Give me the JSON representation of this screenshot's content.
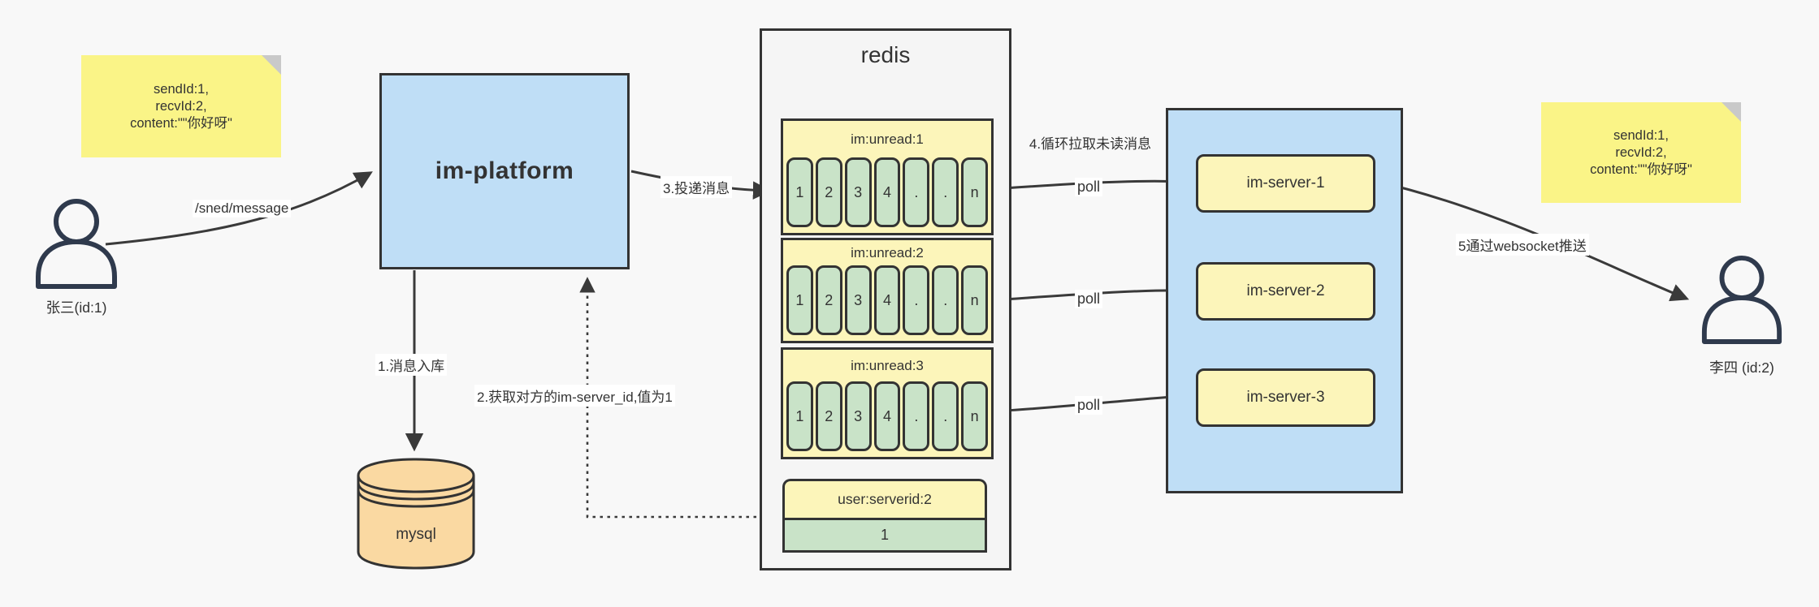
{
  "colors": {
    "canvas_bg": "#F8F8F8",
    "line": "#3A3A3A",
    "note_yellow": "#FAF487",
    "box_blue": "#BFDEF6",
    "box_yellow": "#FCF5BA",
    "cell_green": "#C9E3C8",
    "mysql_orange": "#FAD9A2",
    "stroke_dark": "#333333"
  },
  "note_left": {
    "lines": [
      "sendId:1,",
      "recvId:2,",
      "content:\"\"你好呀\""
    ]
  },
  "note_right": {
    "lines": [
      "sendId:1,",
      "recvId:2,",
      "content:\"\"你好呀\""
    ]
  },
  "sender": {
    "label": "张三(id:1)"
  },
  "receiver": {
    "label": "李四 (id:2)"
  },
  "platform": {
    "label": "im-platform"
  },
  "database": {
    "label": "mysql"
  },
  "redis": {
    "title": "redis",
    "queues": [
      {
        "name": "im:unread:1",
        "cells": [
          "1",
          "2",
          "3",
          "4",
          ".",
          ".",
          "n"
        ]
      },
      {
        "name": "im:unread:2",
        "cells": [
          "1",
          "2",
          "3",
          "4",
          ".",
          ".",
          "n"
        ]
      },
      {
        "name": "im:unread:3",
        "cells": [
          "1",
          "2",
          "3",
          "4",
          ".",
          ".",
          "n"
        ]
      }
    ],
    "kv": {
      "key": "user:serverid:2",
      "value": "1"
    }
  },
  "servers": [
    {
      "label": "im-server-1"
    },
    {
      "label": "im-server-2"
    },
    {
      "label": "im-server-3"
    }
  ],
  "edges": {
    "send": "/sned/message",
    "store": "1.消息入库",
    "lookup": "2.获取对方的im-server_id,值为1",
    "deliver": "3.投递消息",
    "pull": "4.循环拉取未读消息",
    "poll1": "poll",
    "poll2": "poll",
    "poll3": "poll",
    "push": "5通过websocket推送"
  }
}
